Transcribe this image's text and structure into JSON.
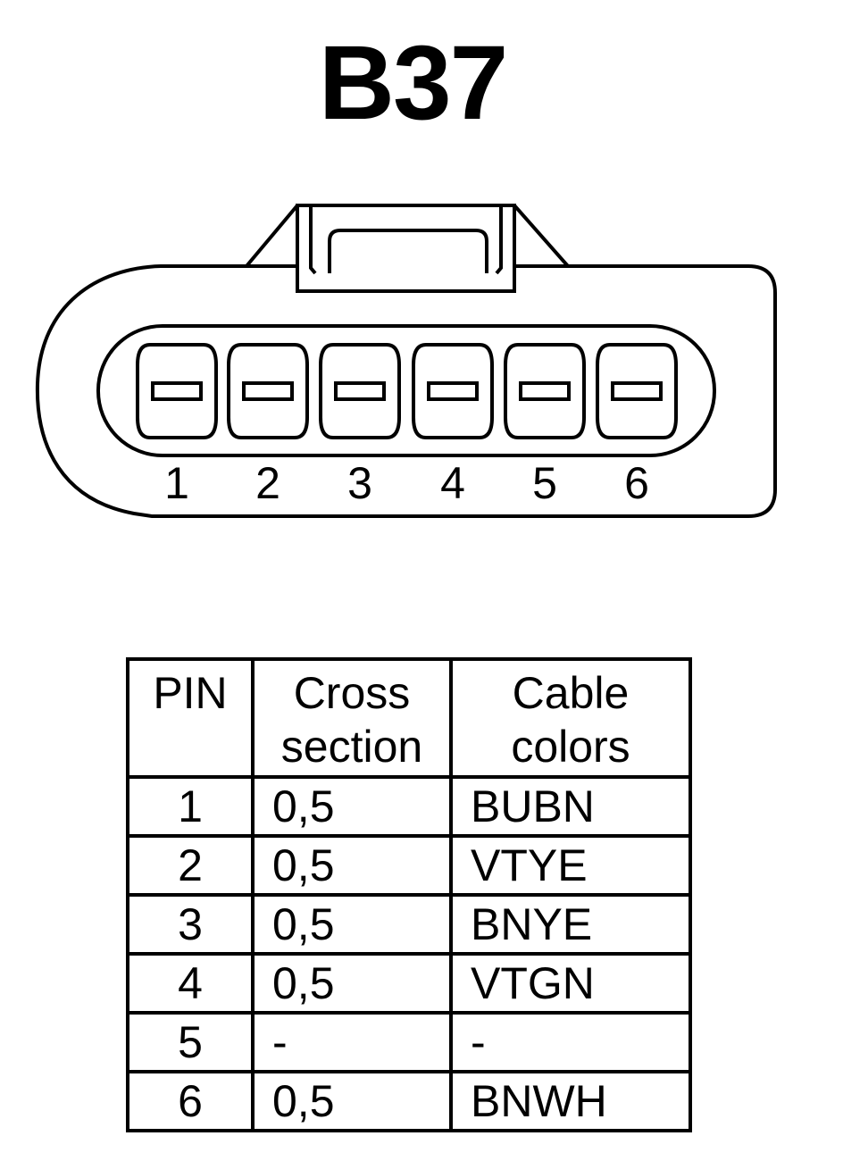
{
  "title": "B37",
  "connector": {
    "pin_numbers": [
      "1",
      "2",
      "3",
      "4",
      "5",
      "6"
    ]
  },
  "table": {
    "headers": {
      "pin": "PIN",
      "cross_section": [
        "Cross",
        "section"
      ],
      "cable_colors": [
        "Cable",
        "colors"
      ]
    },
    "rows": [
      {
        "pin": "1",
        "cross_section": "0,5",
        "cable_colors": "BUBN"
      },
      {
        "pin": "2",
        "cross_section": "0,5",
        "cable_colors": "VTYE"
      },
      {
        "pin": "3",
        "cross_section": "0,5",
        "cable_colors": "BNYE"
      },
      {
        "pin": "4",
        "cross_section": "0,5",
        "cable_colors": "VTGN"
      },
      {
        "pin": "5",
        "cross_section": "-",
        "cable_colors": "-"
      },
      {
        "pin": "6",
        "cross_section": "0,5",
        "cable_colors": "BNWH"
      }
    ]
  }
}
